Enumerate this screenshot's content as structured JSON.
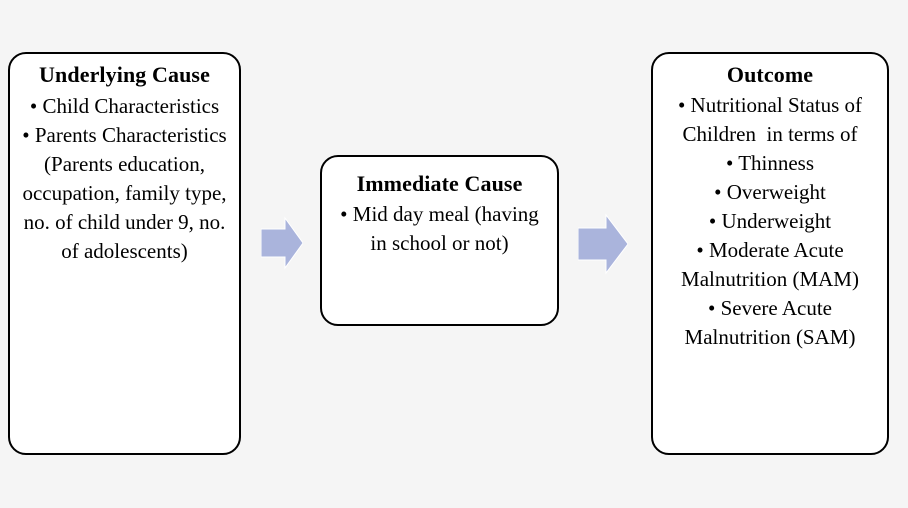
{
  "diagram": {
    "background_color": "#f5f5f5",
    "box_border_color": "#000000",
    "box_fill_color": "#ffffff",
    "arrow_color": "#aab4dc",
    "boxes": [
      {
        "id": "underlying-cause",
        "title": "Underlying Cause",
        "items": [
          "• Child Characteristics",
          "• Parents Characteristics (Parents education, occupation, family type, no. of child under 9, no. of adolescents)"
        ]
      },
      {
        "id": "immediate-cause",
        "title": "Immediate Cause",
        "items": [
          "• Mid day meal (having in school or not)"
        ]
      },
      {
        "id": "outcome",
        "title": "Outcome",
        "items": [
          "• Nutritional Status of Children  in terms of",
          "• Thinness",
          "• Overweight",
          "• Underweight",
          "• Moderate Acute Malnutrition (MAM)",
          "• Severe Acute Malnutrition (SAM)"
        ]
      }
    ],
    "arrows": [
      {
        "id": "arrow-one",
        "from": "underlying-cause",
        "to": "immediate-cause",
        "direction": "right"
      },
      {
        "id": "arrow-two",
        "from": "immediate-cause",
        "to": "outcome",
        "direction": "right"
      }
    ]
  }
}
